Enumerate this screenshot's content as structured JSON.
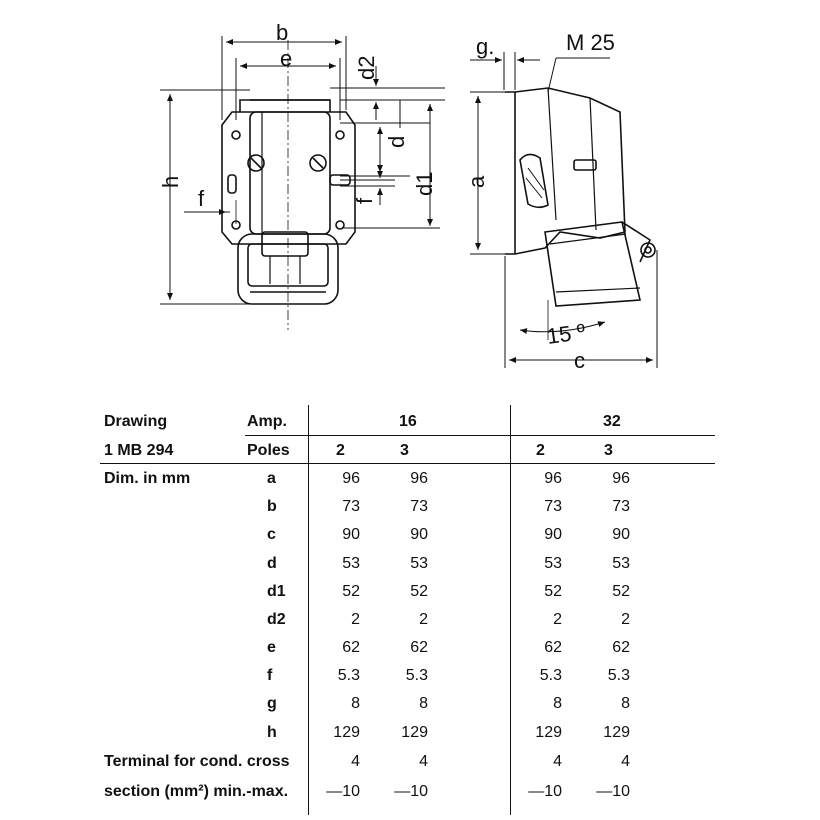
{
  "drawing_labels": {
    "b": "b",
    "e": "e",
    "d2": "d2",
    "d": "d",
    "d1": "d1",
    "f_front": "f",
    "f_left": "f",
    "h": "h",
    "g": "g.",
    "m25": "M 25",
    "a": "a",
    "angle": "15 º",
    "c": "c"
  },
  "table": {
    "header": {
      "drawing_label": "Drawing",
      "drawing_number": "1 MB 294",
      "amp_label": "Amp.",
      "poles_label": "Poles",
      "amp_16": "16",
      "amp_32": "32",
      "poles": [
        "2",
        "3",
        "2",
        "3"
      ]
    },
    "dim_label": "Dim. in mm",
    "rows": [
      {
        "dim": "a",
        "values": [
          "96",
          "96",
          "96",
          "96"
        ]
      },
      {
        "dim": "b",
        "values": [
          "73",
          "73",
          "73",
          "73"
        ]
      },
      {
        "dim": "c",
        "values": [
          "90",
          "90",
          "90",
          "90"
        ]
      },
      {
        "dim": "d",
        "values": [
          "53",
          "53",
          "53",
          "53"
        ]
      },
      {
        "dim": "d1",
        "values": [
          "52",
          "52",
          "52",
          "52"
        ]
      },
      {
        "dim": "d2",
        "values": [
          "2",
          "2",
          "2",
          "2"
        ]
      },
      {
        "dim": "e",
        "values": [
          "62",
          "62",
          "62",
          "62"
        ]
      },
      {
        "dim": "f",
        "values": [
          "5.3",
          "5.3",
          "5.3",
          "5.3"
        ]
      },
      {
        "dim": "g",
        "values": [
          "8",
          "8",
          "8",
          "8"
        ]
      },
      {
        "dim": "h",
        "values": [
          "129",
          "129",
          "129",
          "129"
        ]
      }
    ],
    "terminal": {
      "label_line1": "Terminal for cond. cross",
      "label_line2": "section (mm²) min.-max.",
      "min": [
        "4",
        "4",
        "4",
        "4"
      ],
      "max": [
        "—10",
        "—10",
        "—10",
        "—10"
      ]
    }
  }
}
